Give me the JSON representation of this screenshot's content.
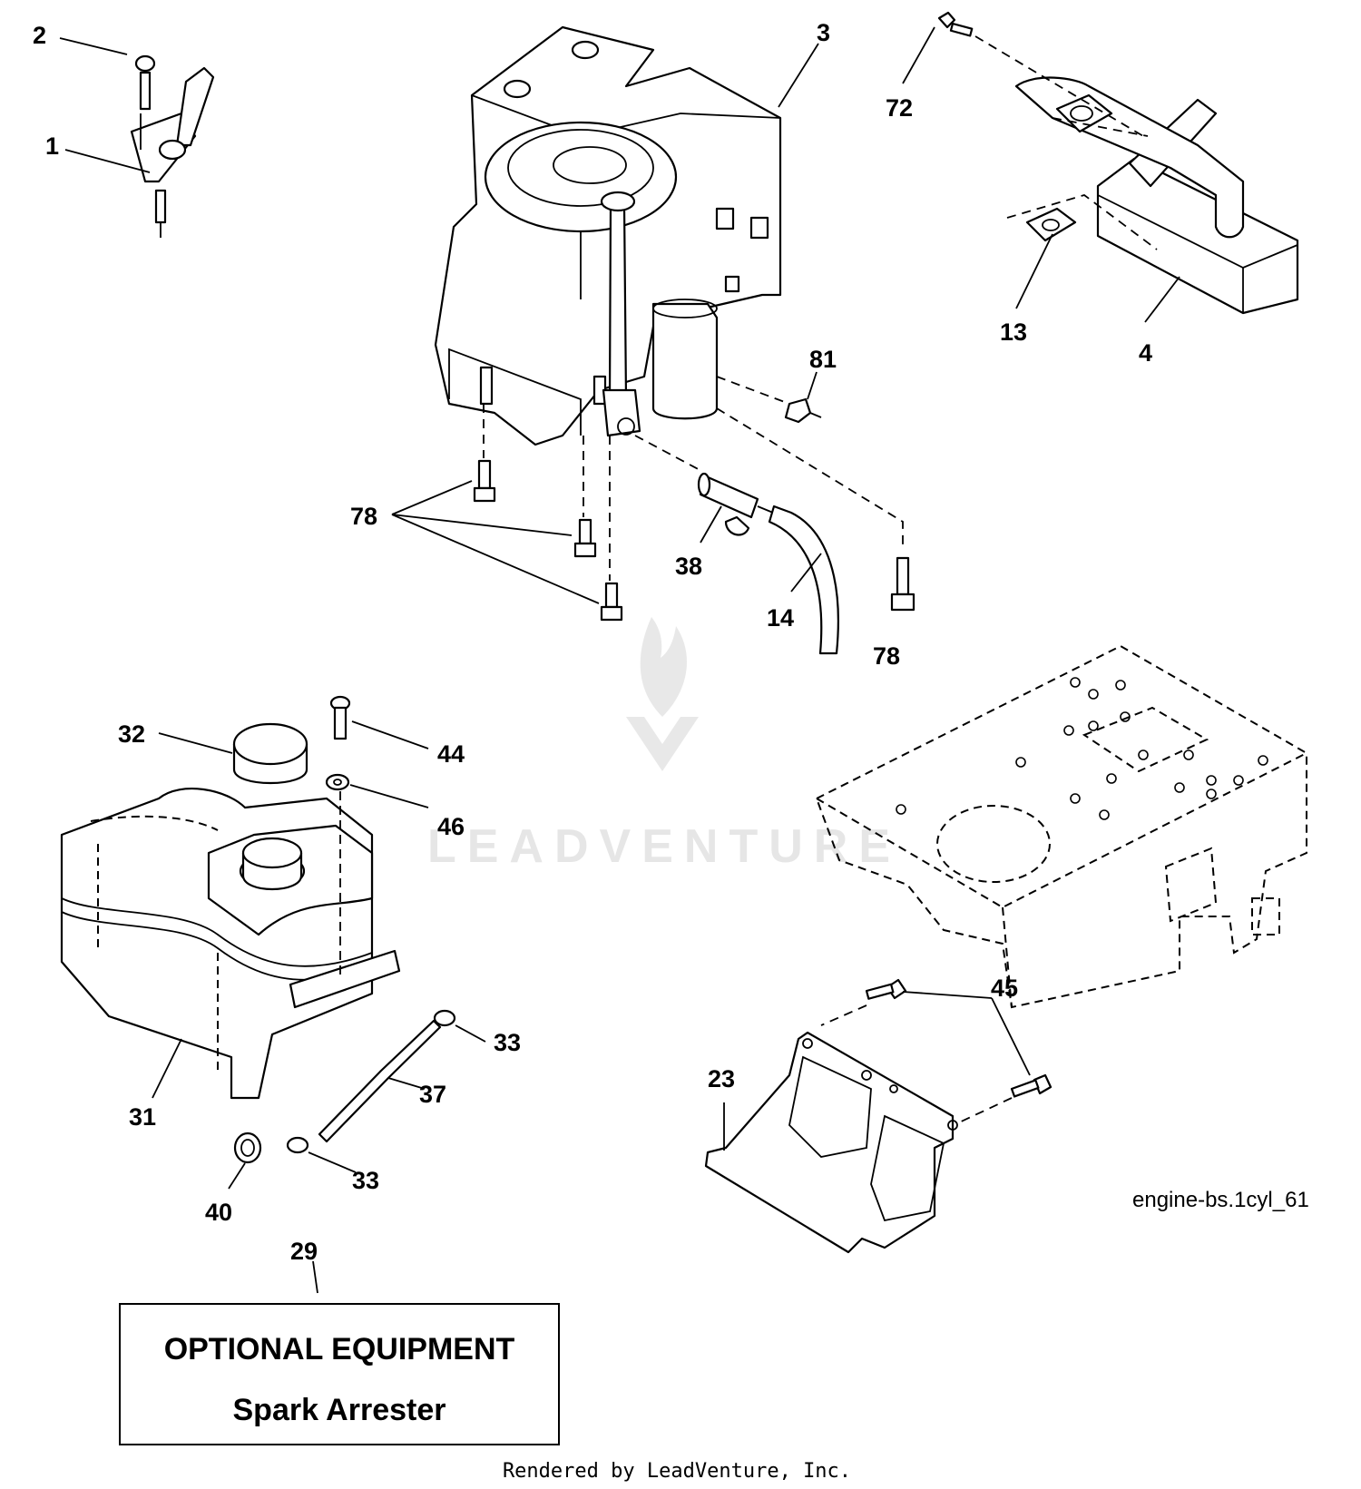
{
  "callouts": {
    "c1": "1",
    "c2": "2",
    "c3": "3",
    "c4": "4",
    "c13": "13",
    "c14": "14",
    "c23": "23",
    "c29": "29",
    "c31": "31",
    "c32": "32",
    "c33a": "33",
    "c33b": "33",
    "c37": "37",
    "c38": "38",
    "c40": "40",
    "c44": "44",
    "c45": "45",
    "c46": "46",
    "c72": "72",
    "c78a": "78",
    "c78b": "78",
    "c81": "81"
  },
  "optional_box": {
    "line1": "OPTIONAL EQUIPMENT",
    "line2": "Spark Arrester"
  },
  "diagram_ref": "engine-bs.1cyl_61",
  "watermark": "LEADVENTURE",
  "footer": "Rendered by LeadVenture, Inc.",
  "colors": {
    "ink": "#000000",
    "background": "#ffffff",
    "watermark": "#e4e4e4"
  }
}
